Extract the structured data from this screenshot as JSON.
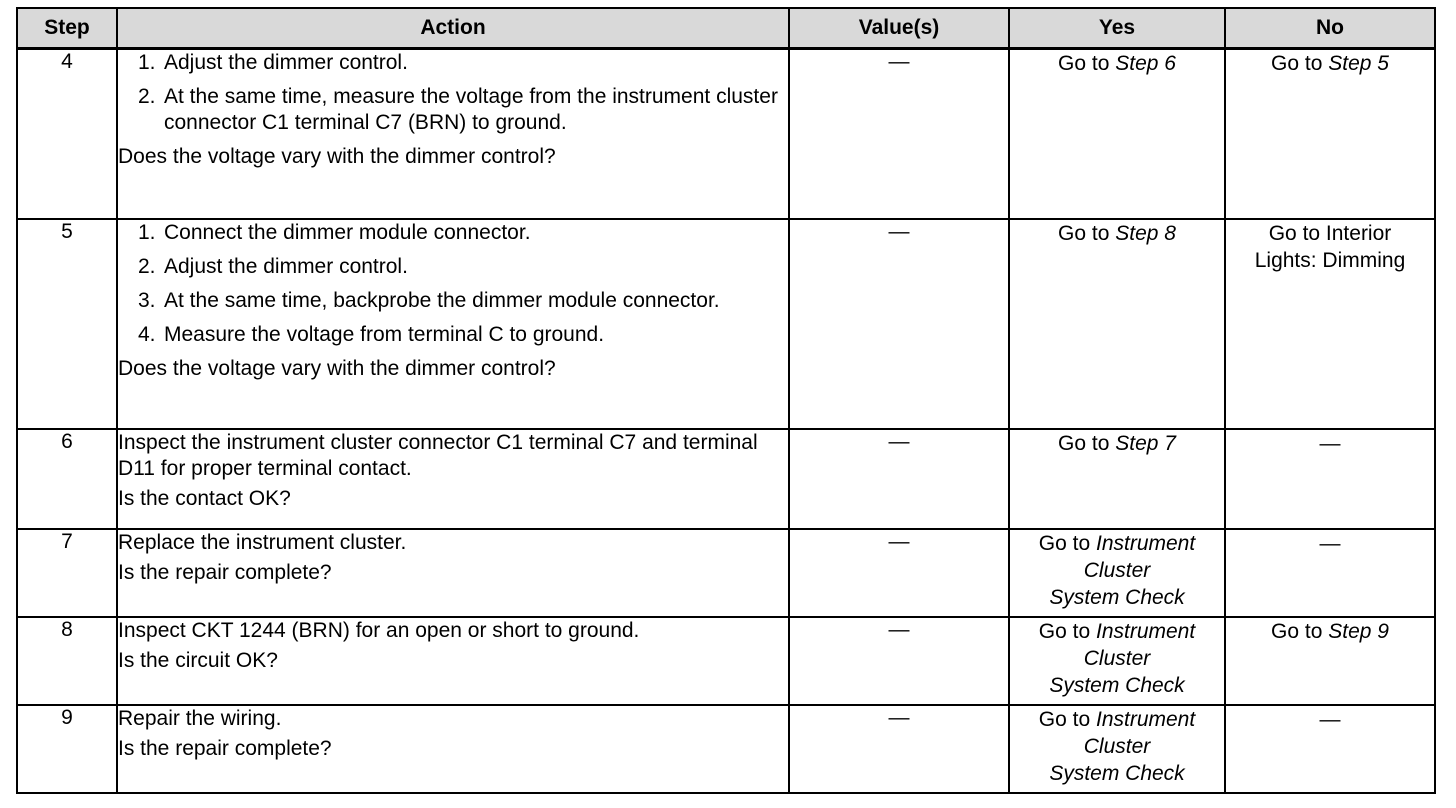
{
  "headers": {
    "step": "Step",
    "action": "Action",
    "values": "Value(s)",
    "yes": "Yes",
    "no": "No"
  },
  "rows": [
    {
      "step": "4",
      "items": [
        {
          "n": "1.",
          "text": "Adjust the dimmer control."
        },
        {
          "n": "2.",
          "text": "At the same time, measure the voltage from the instrument cluster connector C1 terminal C7 (BRN) to ground."
        }
      ],
      "question": "Does the voltage vary with the dimmer control?",
      "value": "—",
      "yes_prefix": "Go to ",
      "yes_ref": "Step 6",
      "no_prefix": "Go to ",
      "no_ref": "Step 5"
    },
    {
      "step": "5",
      "items": [
        {
          "n": "1.",
          "text": "Connect the dimmer module connector."
        },
        {
          "n": "2.",
          "text": "Adjust the dimmer control."
        },
        {
          "n": "3.",
          "text": "At the same time, backprobe the dimmer module connector."
        },
        {
          "n": "4.",
          "text": "Measure the voltage from terminal C to ground."
        }
      ],
      "question": "Does the voltage vary with the dimmer control?",
      "value": "—",
      "yes_prefix": "Go to ",
      "yes_ref": "Step 8",
      "no_line1": "Go to Interior",
      "no_line2": "Lights: Dimming"
    },
    {
      "step": "6",
      "text": "Inspect the instrument cluster connector C1 terminal C7 and terminal D11 for proper terminal contact.",
      "question": "Is the contact OK?",
      "value": "—",
      "yes_prefix": "Go to ",
      "yes_ref": "Step 7",
      "no": "—"
    },
    {
      "step": "7",
      "text": "Replace the instrument cluster.",
      "question": "Is the repair complete?",
      "value": "—",
      "yes_prefix": "Go to ",
      "yes_ref_l1": "Instrument",
      "yes_ref_l2": "Cluster",
      "yes_ref_l3": "System Check",
      "no": "—"
    },
    {
      "step": "8",
      "text": "Inspect CKT 1244 (BRN) for an open or short to ground.",
      "question": "Is the circuit OK?",
      "value": "—",
      "yes_prefix": "Go to ",
      "yes_ref_l1": "Instrument",
      "yes_ref_l2": "Cluster",
      "yes_ref_l3": "System Check",
      "no_prefix": "Go to ",
      "no_ref": "Step 9"
    },
    {
      "step": "9",
      "text": "Repair the wiring.",
      "question": "Is the repair complete?",
      "value": "—",
      "yes_prefix": "Go to ",
      "yes_ref_l1": "Instrument",
      "yes_ref_l2": "Cluster",
      "yes_ref_l3": "System Check",
      "no": "—"
    }
  ]
}
